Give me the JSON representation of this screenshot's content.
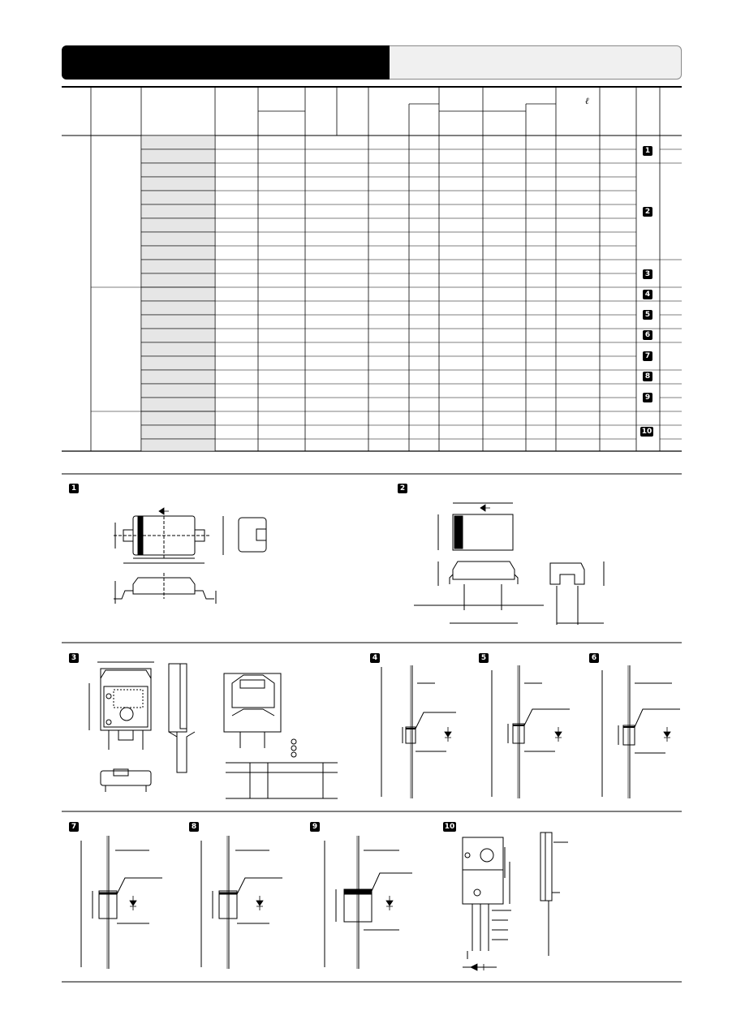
{
  "header": {
    "title": "",
    "subtitle": ""
  },
  "table": {
    "symbol_ell": "ℓ",
    "row_badges": [
      {
        "label": "1"
      },
      {
        "label": "2"
      },
      {
        "label": "3"
      },
      {
        "label": "4"
      },
      {
        "label": "5"
      },
      {
        "label": "6"
      },
      {
        "label": "7"
      },
      {
        "label": "8"
      },
      {
        "label": "9"
      },
      {
        "label": "10"
      }
    ]
  },
  "figures": [
    {
      "label": "1"
    },
    {
      "label": "2"
    },
    {
      "label": "3"
    },
    {
      "label": "4"
    },
    {
      "label": "5"
    },
    {
      "label": "6"
    },
    {
      "label": "7"
    },
    {
      "label": "8"
    },
    {
      "label": "9"
    },
    {
      "label": "10"
    }
  ],
  "colors": {
    "ink": "#000000",
    "header_black": "#000000",
    "header_grey": "#f0f0f0",
    "part_col_fill": "#e6e6e6"
  }
}
